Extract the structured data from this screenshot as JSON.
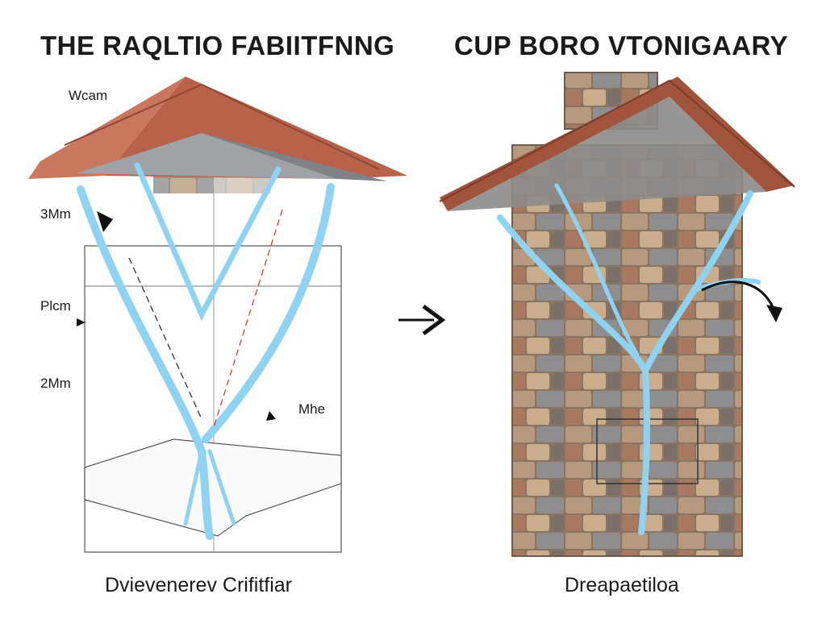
{
  "titles": {
    "left": "THE RAQLTIO FABIITFNNG",
    "right": "CUP BORO VTONIGAARY"
  },
  "labels": {
    "top": "Wcam",
    "m3": "3Mm",
    "m1": "Plcm",
    "m2": "2Mm",
    "inner": "Mhe"
  },
  "captions": {
    "left": "Dvievenerev Crifitfiar",
    "right": "Dreapaetiloa"
  },
  "colors": {
    "roof": "#b8624a",
    "water": "#8fd3f2",
    "stone": "#a58a72"
  }
}
